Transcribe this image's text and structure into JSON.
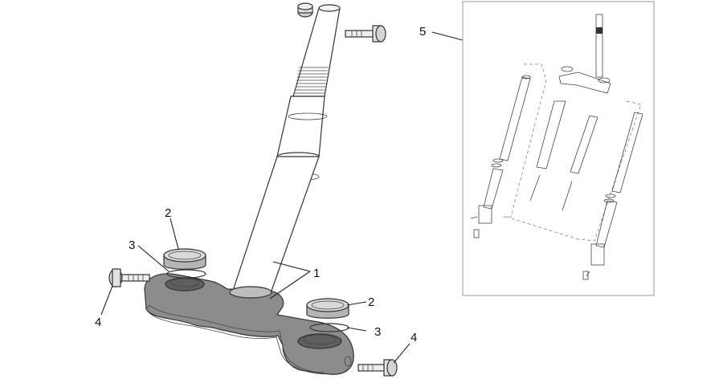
{
  "diagram": {
    "callouts": [
      {
        "id": "c1",
        "text": "1"
      },
      {
        "id": "c2a",
        "text": "2"
      },
      {
        "id": "c2b",
        "text": "2"
      },
      {
        "id": "c3a",
        "text": "3"
      },
      {
        "id": "c3b",
        "text": "3"
      },
      {
        "id": "c4a",
        "text": "4"
      },
      {
        "id": "c4b",
        "text": "4"
      },
      {
        "id": "c5",
        "text": "5"
      }
    ],
    "colors": {
      "clamp_fill": "#8c8c8c",
      "clamp_dark": "#6e6e6e",
      "line": "#333333",
      "tube": "#ffffff",
      "box_border": "#999999"
    }
  }
}
